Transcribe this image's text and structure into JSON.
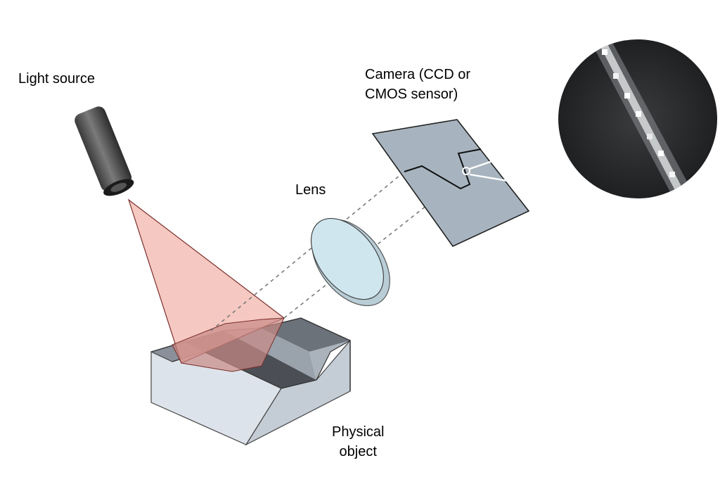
{
  "labels": {
    "light_source": "Light source",
    "camera_line1": "Camera (CCD or",
    "camera_line2": "CMOS sensor)",
    "lens": "Lens",
    "object_line1": "Physical",
    "object_line2": "object"
  },
  "colors": {
    "laser_fill": "#f3b5ae",
    "laser_edge": "#7a2e2a",
    "lens_fill": "#cfe6ef",
    "sensor_fill": "#a7b4bf",
    "object_top": "#c9d1da",
    "object_front": "#dde3ea",
    "object_side": "#b9c2cc",
    "groove_dark": "#4b4f55",
    "zoom_bg": "#2e2f31"
  },
  "icons": {
    "light_source": "cylinder-light-icon",
    "lens": "lens-disc-icon",
    "sensor": "sensor-plate-icon",
    "zoom": "magnified-pixel-view-icon"
  }
}
